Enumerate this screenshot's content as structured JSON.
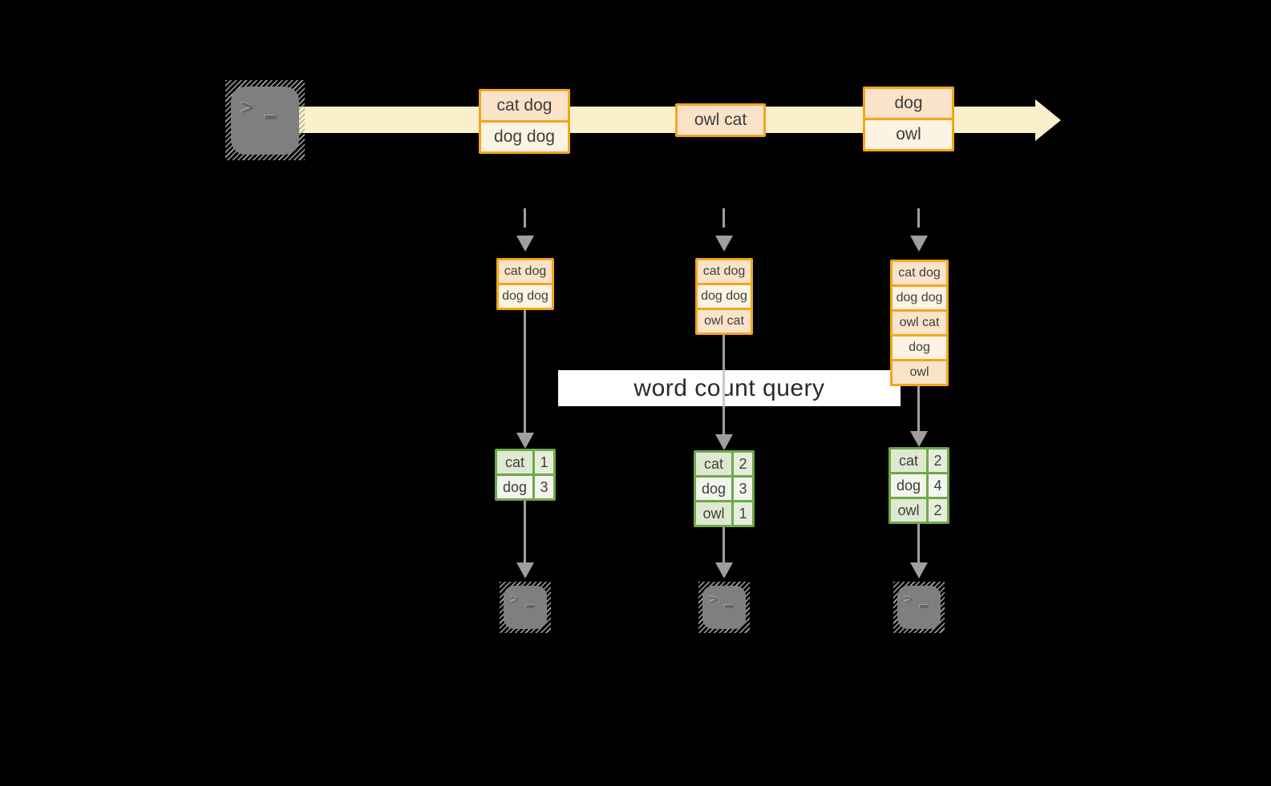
{
  "query_label": "word count query",
  "icons": {
    "prompt_glyph": ">"
  },
  "colors": {
    "stream_band": "#fcf0cc",
    "box_border_orange": "#f2a61c",
    "cell_peach": "#fae3c8",
    "cell_cream": "#fdf3e3",
    "table_border_green": "#6fa84c",
    "arrow_gray": "#9f9f9f",
    "label_background": "#ffffff"
  },
  "stream": {
    "events": [
      {
        "rows": [
          "cat dog",
          "dog dog"
        ]
      },
      {
        "rows": [
          "owl cat"
        ]
      },
      {
        "rows": [
          "dog",
          "owl"
        ]
      }
    ]
  },
  "columns": [
    {
      "state_rows": [
        "cat dog",
        "dog dog"
      ],
      "count_rows": [
        {
          "word": "cat",
          "count": "1"
        },
        {
          "word": "dog",
          "count": "3"
        }
      ]
    },
    {
      "state_rows": [
        "cat dog",
        "dog dog",
        "owl cat"
      ],
      "count_rows": [
        {
          "word": "cat",
          "count": "2"
        },
        {
          "word": "dog",
          "count": "3"
        },
        {
          "word": "owl",
          "count": "1"
        }
      ]
    },
    {
      "state_rows": [
        "cat dog",
        "dog dog",
        "owl cat",
        "dog",
        "owl"
      ],
      "count_rows": [
        {
          "word": "cat",
          "count": "2"
        },
        {
          "word": "dog",
          "count": "4"
        },
        {
          "word": "owl",
          "count": "2"
        }
      ]
    }
  ]
}
